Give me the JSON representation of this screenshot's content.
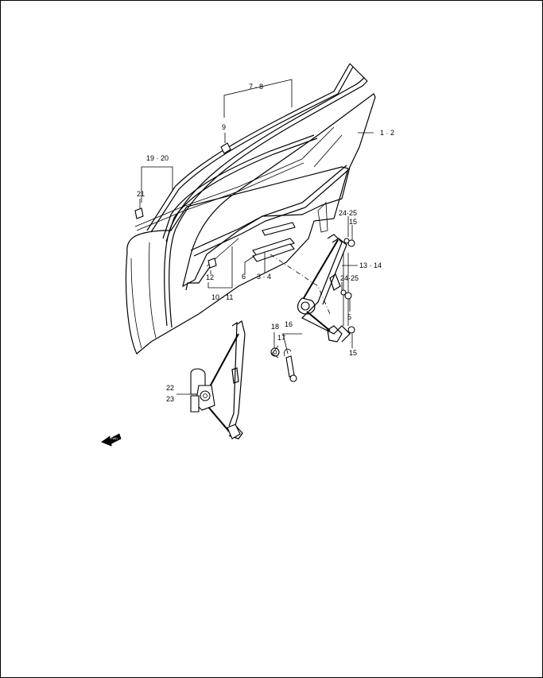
{
  "callouts": [
    {
      "id": "c1",
      "text": "7 · 8"
    },
    {
      "id": "c2",
      "text": "9"
    },
    {
      "id": "c3",
      "text": "1 · 2"
    },
    {
      "id": "c4",
      "text": "19 · 20"
    },
    {
      "id": "c5",
      "text": "21"
    },
    {
      "id": "c6",
      "text": "24·25"
    },
    {
      "id": "c7",
      "text": "15"
    },
    {
      "id": "c8",
      "text": "13 · 14"
    },
    {
      "id": "c9",
      "text": "24·25"
    },
    {
      "id": "c10",
      "text": "5"
    },
    {
      "id": "c11",
      "text": "12"
    },
    {
      "id": "c12",
      "text": "6"
    },
    {
      "id": "c13",
      "text": "3 · 4"
    },
    {
      "id": "c14",
      "text": "10 · 11"
    },
    {
      "id": "c15",
      "text": "18"
    },
    {
      "id": "c16",
      "text": "16"
    },
    {
      "id": "c17",
      "text": "17"
    },
    {
      "id": "c18",
      "text": "15"
    },
    {
      "id": "c19",
      "text": "22"
    },
    {
      "id": "c20",
      "text": "23"
    }
  ],
  "direction_arrow": {
    "text": "FWD",
    "icon": "forward-arrow-icon"
  }
}
